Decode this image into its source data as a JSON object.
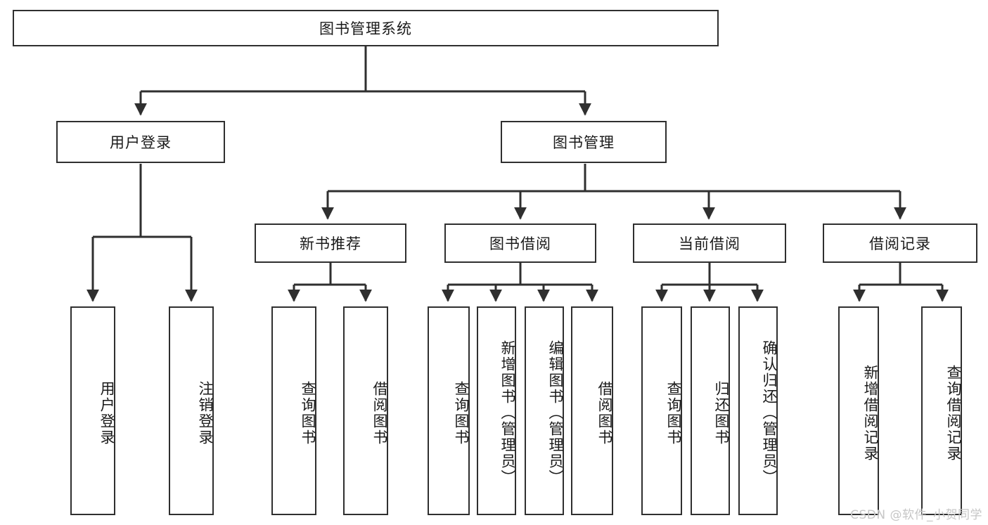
{
  "diagram": {
    "type": "tree",
    "title": "图书管理系统",
    "root": {
      "label": "图书管理系统"
    },
    "level2": [
      {
        "label": "用户登录"
      },
      {
        "label": "图书管理"
      }
    ],
    "level3": [
      {
        "label": "新书推荐"
      },
      {
        "label": "图书借阅"
      },
      {
        "label": "当前借阅"
      },
      {
        "label": "借阅记录"
      }
    ],
    "leaves": {
      "user_login": [
        {
          "label": "用户登录"
        },
        {
          "label": "注销登录"
        }
      ],
      "new_book_recommend": [
        {
          "label": "查询图书"
        },
        {
          "label": "借阅图书"
        }
      ],
      "book_borrow": [
        {
          "label": "查询图书"
        },
        {
          "label": "新增图书（管理员）"
        },
        {
          "label": "编辑图书（管理员）"
        },
        {
          "label": "借阅图书"
        }
      ],
      "current_borrow": [
        {
          "label": "查询图书"
        },
        {
          "label": "归还图书"
        },
        {
          "label": "确认归还（管理员）"
        }
      ],
      "borrow_record": [
        {
          "label": "新增借阅记录"
        },
        {
          "label": "查询借阅记录"
        }
      ]
    },
    "watermark": "CSDN @软件_小贺同学",
    "colors": {
      "border": "#2f2f2f",
      "fill": "#ffffff",
      "text": "#1a1a1a",
      "watermark": "#c6c6c6"
    }
  }
}
